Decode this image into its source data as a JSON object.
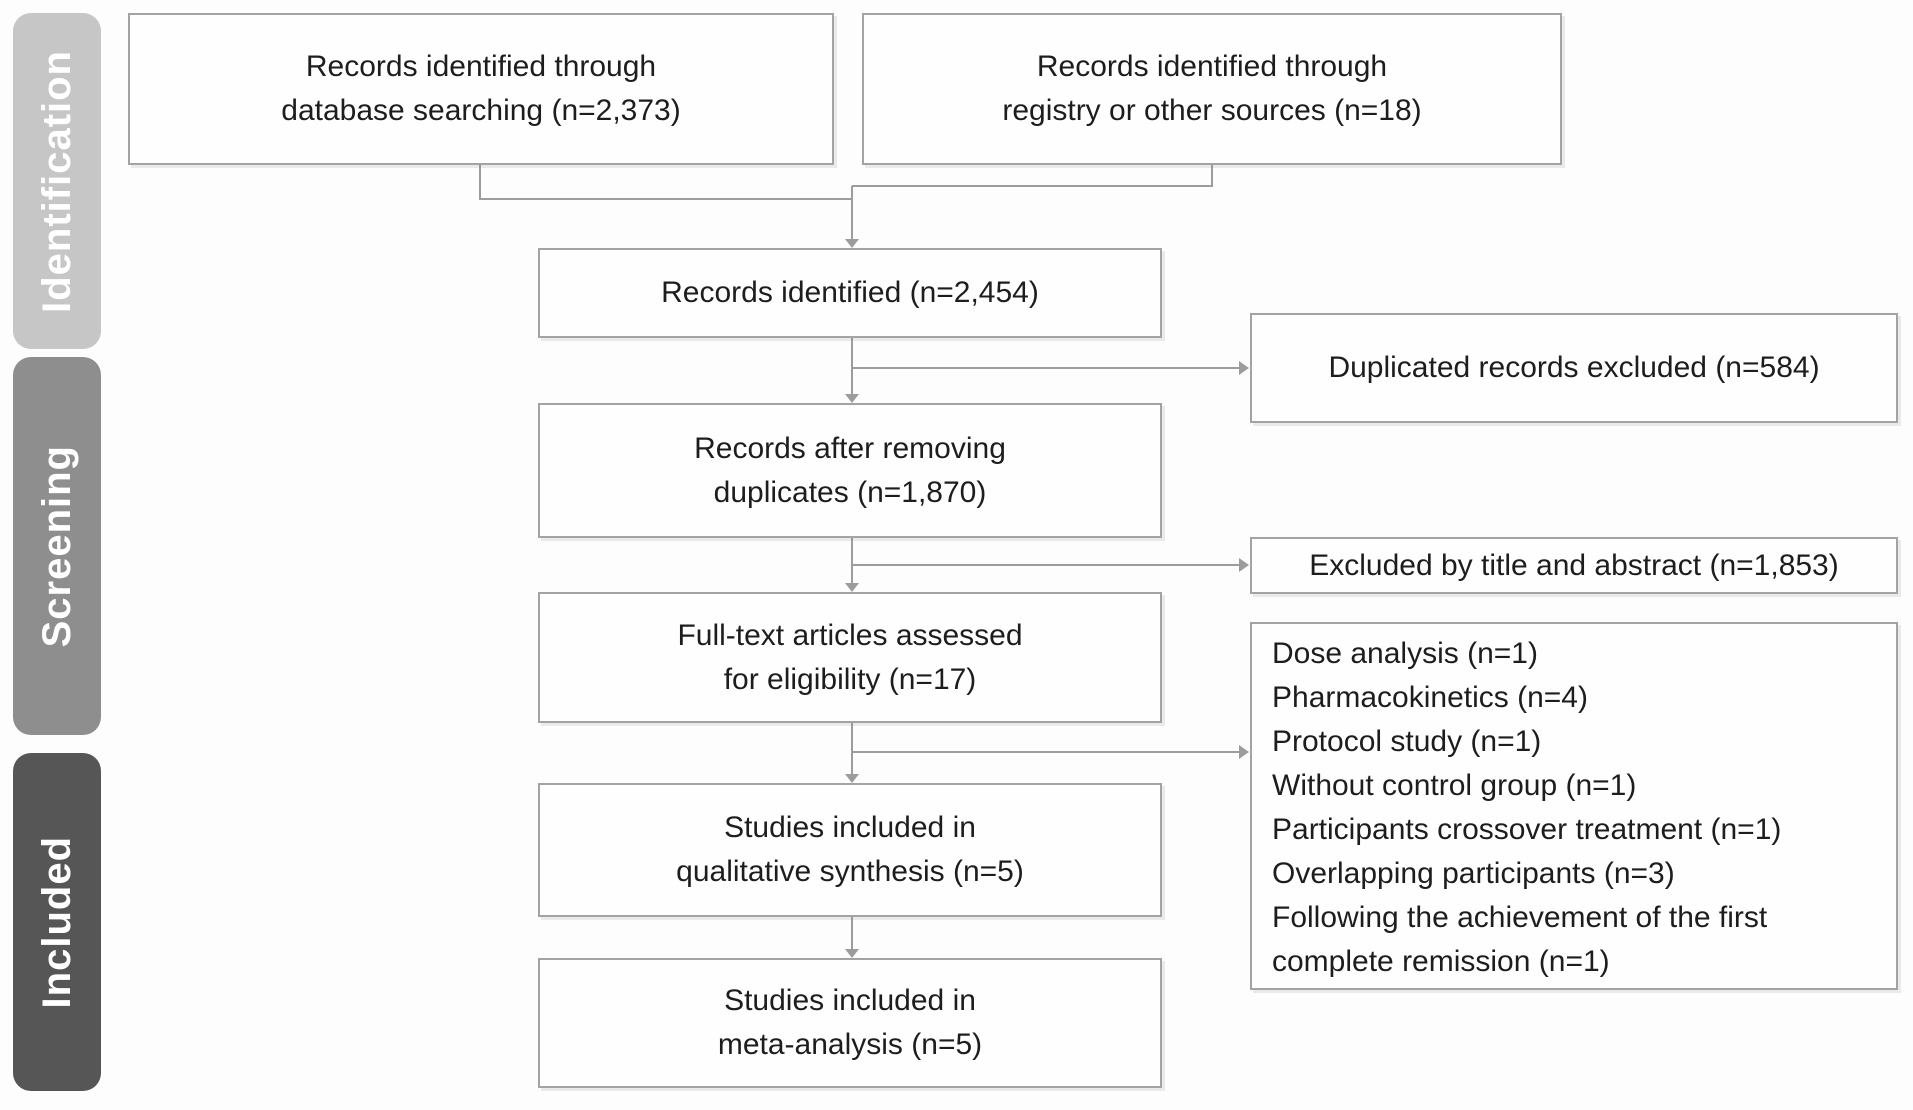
{
  "figure": {
    "kind": "PRISMA flow diagram",
    "background": "#fdfdfd",
    "line_color": "#9c9c9c",
    "box_border_color": "#a3a3a3",
    "text_color": "#1d1d1d"
  },
  "sidebar": {
    "text_color": "#ffffff",
    "sections": [
      {
        "label": "Identification",
        "color": "#c6c6c6"
      },
      {
        "label": "Screening",
        "color": "#8e8e8e"
      },
      {
        "label": "Included",
        "color": "#565656"
      }
    ]
  },
  "flow": {
    "identification": {
      "database": {
        "line1": "Records identified through",
        "line2": "database searching (n=2,373)"
      },
      "registry": {
        "line1": "Records identified through",
        "line2": "registry or other sources (n=18)"
      },
      "combined": {
        "line1": "Records identified (n=2,454)"
      }
    },
    "screening": {
      "duplicates_excluded": {
        "line1": "Duplicated records excluded (n=584)"
      },
      "after_duplicates": {
        "line1": "Records after removing",
        "line2": "duplicates (n=1,870)"
      },
      "title_abstract_excluded": {
        "line1": "Excluded by title and abstract (n=1,853)"
      },
      "fulltext_assessed": {
        "line1": "Full-text articles assessed",
        "line2": "for eligibility (n=17)"
      },
      "exclusion_reasons": {
        "items": [
          "Dose analysis (n=1)",
          "Pharmacokinetics (n=4)",
          "Protocol study (n=1)",
          "Without control group (n=1)",
          "Participants crossover treatment (n=1)",
          "Overlapping participants (n=3)",
          "Following the achievement of the first complete remission (n=1)"
        ]
      }
    },
    "included": {
      "qualitative": {
        "line1": "Studies included in",
        "line2": "qualitative synthesis (n=5)"
      },
      "meta": {
        "line1": "Studies included in",
        "line2": "meta-analysis (n=5)"
      }
    }
  }
}
